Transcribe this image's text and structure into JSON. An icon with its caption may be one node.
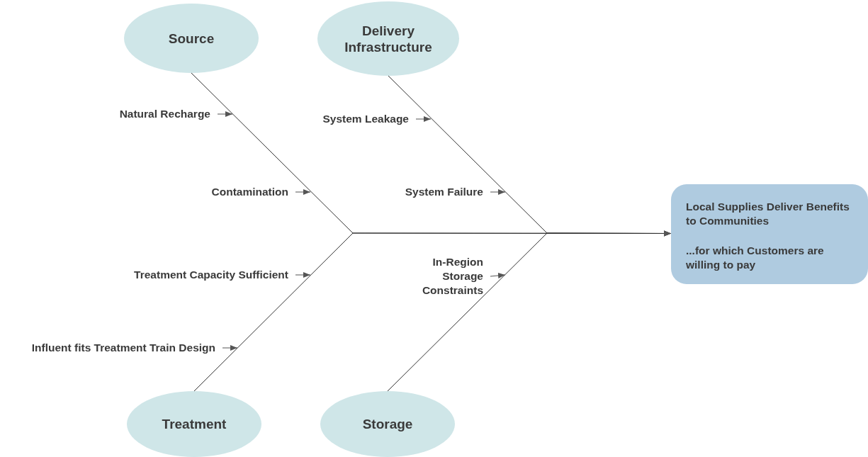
{
  "diagram": {
    "nodes": [
      {
        "text": [
          "Source"
        ]
      },
      {
        "text": [
          "Delivery Infrastructure"
        ]
      },
      {
        "text": [
          "Treatment"
        ]
      },
      {
        "text": [
          "Storage"
        ]
      },
      {
        "text": [
          "Local Supplies Deliver Benefits to Communities",
          "...for which Customers are willing to pay"
        ]
      },
      {
        "text": [
          "Natural Recharge"
        ]
      },
      {
        "text": [
          "Contamination"
        ]
      },
      {
        "text": [
          "System Leakage"
        ]
      },
      {
        "text": [
          "System Failure"
        ]
      },
      {
        "text": [
          "Treatment Capacity Sufficient"
        ]
      },
      {
        "text": [
          "Influent fits Treatment Train Design"
        ]
      },
      {
        "text": [
          "In-Region Storage Constraints"
        ]
      }
    ],
    "edges": [
      {
        "from": 0,
        "to": 4,
        "arrow": "to"
      },
      {
        "from": 1,
        "to": 4,
        "arrow": "to"
      },
      {
        "from": 2,
        "to": 4,
        "arrow": "to"
      },
      {
        "from": 3,
        "to": 4,
        "arrow": "to"
      },
      {
        "from": 5,
        "to": null,
        "arrow": "to"
      },
      {
        "from": 6,
        "to": null,
        "arrow": "to"
      },
      {
        "from": 7,
        "to": null,
        "arrow": "to"
      },
      {
        "from": 8,
        "to": null,
        "arrow": "to"
      },
      {
        "from": 9,
        "to": null,
        "arrow": "to"
      },
      {
        "from": 10,
        "to": null,
        "arrow": "to"
      },
      {
        "from": 11,
        "to": null,
        "arrow": "to"
      }
    ]
  }
}
